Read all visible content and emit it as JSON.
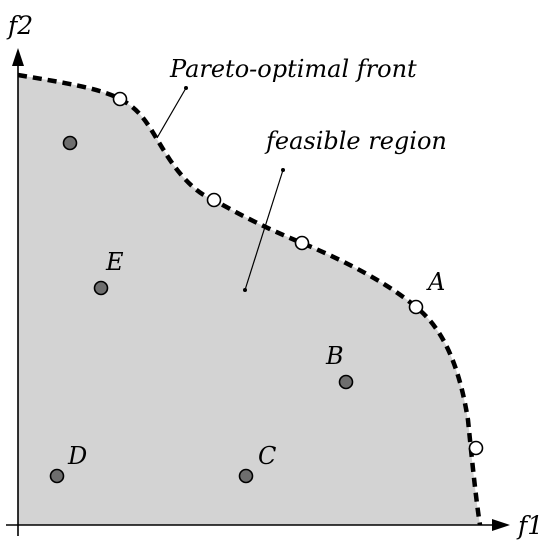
{
  "axes": {
    "x_label": "f1",
    "y_label": "f2"
  },
  "annotations": {
    "front": "Pareto-optimal front",
    "region": "feasible region"
  },
  "points": [
    {
      "id": "A",
      "label": "A"
    },
    {
      "id": "B",
      "label": "B"
    },
    {
      "id": "C",
      "label": "C"
    },
    {
      "id": "D",
      "label": "D"
    },
    {
      "id": "E",
      "label": "E"
    }
  ],
  "colors": {
    "region": "#d3d3d3",
    "interior_point": "#6e6e6e",
    "front_point": "#ffffff",
    "ink": "#000000"
  }
}
